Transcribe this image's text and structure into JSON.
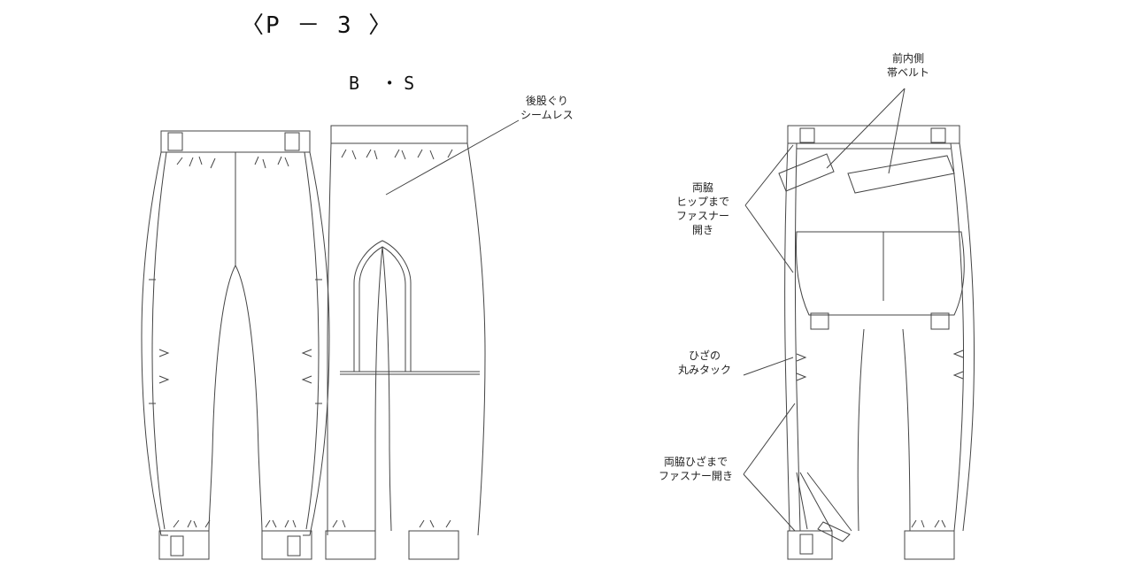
{
  "page_title": "〈P － 3 〉",
  "subtitle": "B ・S",
  "callouts": {
    "back_crotch": [
      "後股ぐり",
      "シームレス"
    ],
    "front_inner_belt": [
      "前内側",
      "帯ベルト"
    ],
    "hip_zipper": [
      "両脇",
      "ヒップまで",
      "ファスナー",
      "開き"
    ],
    "knee_tuck": [
      "ひざの",
      "丸みタック"
    ],
    "knee_zipper": [
      "両脇ひざまで",
      "ファスナー開き"
    ]
  }
}
